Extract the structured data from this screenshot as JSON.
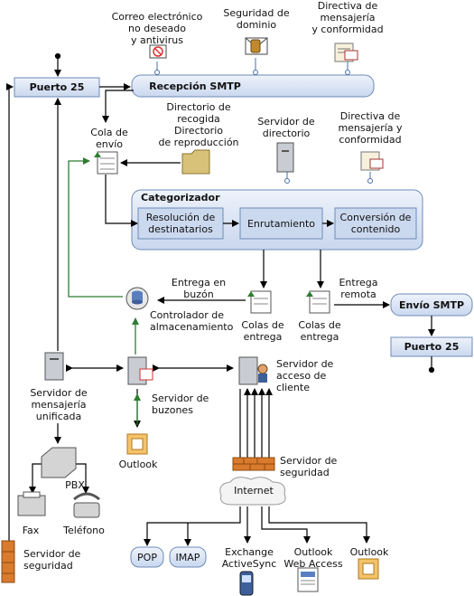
{
  "top_services": {
    "spam": "Correo electrónico\nno deseado\ny antivirus",
    "domain_security": "Seguridad de\ndominio",
    "messaging_policy": "Directiva de\nmensajería\ny conformidad"
  },
  "port25_left": "Puerto 25",
  "smtp_receive": "Recepción SMTP",
  "submission_queue": "Cola de\nenvío",
  "pickup_replay": "Directorio de\nrecogida\nDirectorio\nde reproducción",
  "directory_server": "Servidor de\ndirectorio",
  "messaging_policy_2": "Directiva de\nmensajería y\nconformidad",
  "categorizer": {
    "title": "Categorizador",
    "stages": [
      "Resolución de\ndestinatarios",
      "Enrutamiento",
      "Conversión de\ncontenido"
    ]
  },
  "mailbox_delivery": "Entrega en\nbuzón",
  "remote_delivery": "Entrega\nremota",
  "delivery_queues_1": "Colas de\nentrega",
  "delivery_queues_2": "Colas de\nentrega",
  "store_driver": "Controlador de\nalmacenamiento",
  "smtp_send": "Envío SMTP",
  "port25_right": "Puerto 25",
  "um_server": "Servidor de\nmensajería\nunificada",
  "mailbox_server": "Servidor de\nbuzones",
  "cas_server": "Servidor de\nacceso de\ncliente",
  "outlook_1": "Outlook",
  "security_server_1": "Servidor de\nseguridad",
  "internet": "Internet",
  "pbx": "PBX",
  "fax": "Fax",
  "phone": "Teléfono",
  "security_server_2": "Servidor de\nseguridad",
  "clients": {
    "pop": "POP",
    "imap": "IMAP",
    "eas": "Exchange\nActiveSync",
    "owa": "Outlook\nWeb Access",
    "outlook": "Outlook"
  },
  "colors": {
    "box_fill": "#d8e3f3",
    "box_border": "#6d8bb8",
    "arrow": "#000000",
    "green_arrow": "#2e7d32",
    "wall": "#d97a2c"
  }
}
